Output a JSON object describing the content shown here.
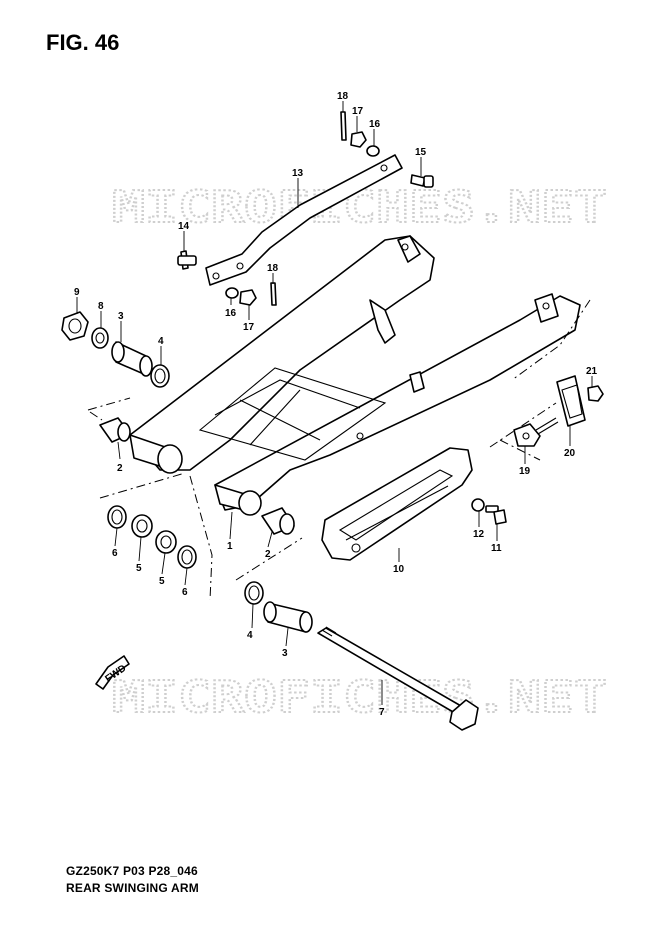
{
  "figure": {
    "title": "FIG. 46"
  },
  "footer": {
    "code": "GZ250K7 P03 P28_046",
    "name": "REAR SWINGING ARM"
  },
  "watermark": {
    "text": "MICROFICHES.NET"
  },
  "fwd_marker": {
    "label": "FWD"
  },
  "callouts": {
    "c18a": "18",
    "c17a": "17",
    "c16a": "16",
    "c15": "15",
    "c13": "13",
    "c14": "14",
    "c18b": "18",
    "c9": "9",
    "c8": "8",
    "c3a": "3",
    "c4a": "4",
    "c16b": "16",
    "c17b": "17",
    "c21": "21",
    "c2a": "2",
    "c20": "20",
    "c19": "19",
    "c12": "12",
    "c11": "11",
    "c1": "1",
    "c2b": "2",
    "c6a": "6",
    "c5a": "5",
    "c5b": "5",
    "c6b": "6",
    "c10": "10",
    "c4b": "4",
    "c3b": "3",
    "c7": "7"
  }
}
